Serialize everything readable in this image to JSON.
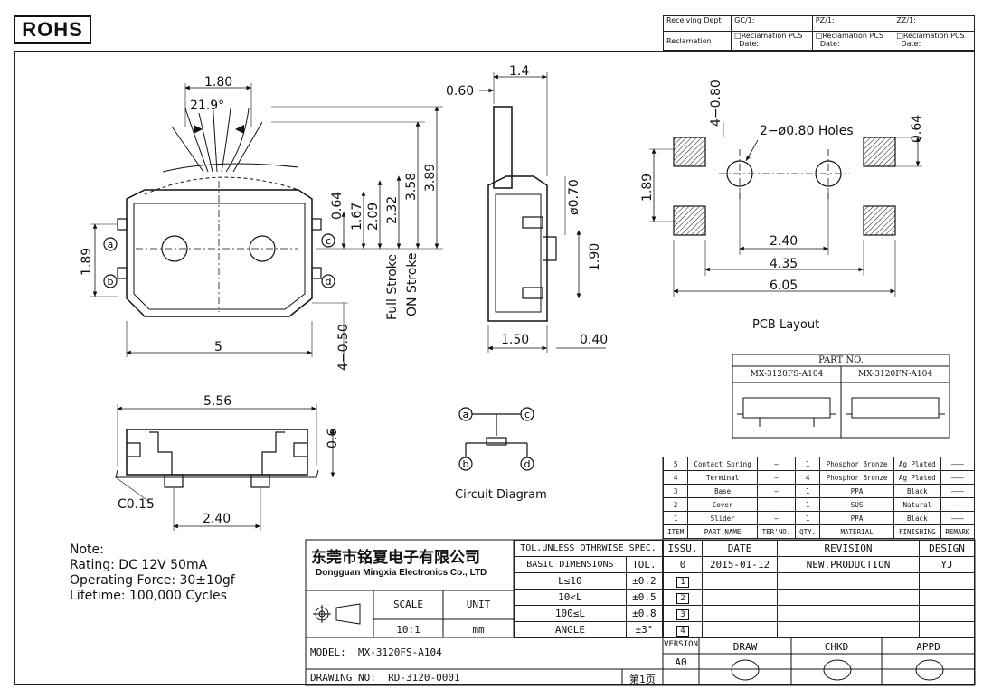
{
  "rohs": "ROHS",
  "receiving": {
    "row1": [
      "Receiving Dept",
      "GC/1:",
      "PZ/1:",
      "ZZ/1:"
    ],
    "row2_label": "Reclamation",
    "row2_cell": "□Reclamation  PCS",
    "row2_date": "Date:"
  },
  "dims": {
    "top_1_80": "1.80",
    "angle": "21.9°",
    "d_0_64a": "0.64",
    "d_1_67": "1.67",
    "d_2_09": "2.09",
    "d_2_32": "2.32",
    "d_3_58": "3.58",
    "d_3_89": "3.89",
    "d_1_89a": "1.89",
    "d_5": "5",
    "d_4_050": "4−0.50",
    "full_stroke": "Full Stroke",
    "on_stroke": "ON Stroke",
    "side_1_4": "1.4",
    "side_0_60": "0.60",
    "side_phi": "ø0.70",
    "side_1_90": "1.90",
    "side_1_50": "1.50",
    "side_0_40": "0.40",
    "pcb_4_080": "4−0.80",
    "pcb_holes": "2−ø0.80  Holes",
    "pcb_0_64": "0.64",
    "pcb_1_89": "1.89",
    "pcb_2_40": "2.40",
    "pcb_4_35": "4.35",
    "pcb_6_05": "6.05",
    "pcb_title": "PCB Layout",
    "bot_5_56": "5.56",
    "bot_0_6": "0.6",
    "bot_c015": "C0.15",
    "bot_2_40": "2.40",
    "circuit_title": "Circuit Diagram",
    "pins": [
      "a",
      "b",
      "c",
      "d"
    ]
  },
  "part_no": {
    "title": "PART NO.",
    "fs": "MX-3120FS-A104",
    "fn": "MX-3120FN-A104"
  },
  "bom": {
    "rows": [
      [
        "5",
        "Contact Spring",
        "—",
        "1",
        "Phosphor Bronze",
        "Ag Plated",
        "———"
      ],
      [
        "4",
        "Terminal",
        "—",
        "4",
        "Phosphor Bronze",
        "Ag Plated",
        "———"
      ],
      [
        "3",
        "Base",
        "—",
        "1",
        "PPA",
        "Black",
        "———"
      ],
      [
        "2",
        "Cover",
        "—",
        "1",
        "SUS",
        "Natural",
        "———"
      ],
      [
        "1",
        "Slider",
        "—",
        "1",
        "PPA",
        "Black",
        "———"
      ]
    ],
    "header": [
      "ITEM",
      "PART NAME",
      "TER'NO.",
      "QTY.",
      "MATERIAL",
      "FINISHING",
      "REMARK"
    ]
  },
  "note": {
    "title": "Note:",
    "lines": [
      "Rating: DC  12V  50mA",
      "Operating Force: 30±10gf",
      "Lifetime:   100,000  Cycles"
    ]
  },
  "company": {
    "cn": "东莞市铭夏电子有限公司",
    "en": "Dongguan Mingxia Electronics Co., LTD"
  },
  "tol": {
    "title": "TOL.UNLESS OTHRWISE SPEC.",
    "basic": "BASIC DIMENSIONS",
    "tol": "TOL.",
    "rows": [
      [
        "L≤10",
        "±0.2"
      ],
      [
        "10<L",
        "±0.5"
      ],
      [
        "100≤L",
        "±0.8"
      ],
      [
        "ANGLE",
        "±3°"
      ]
    ]
  },
  "scale": {
    "scale_label": "SCALE",
    "unit_label": "UNIT",
    "scale": "10:1",
    "unit": "mm"
  },
  "revision": {
    "headers": [
      "ISSU.",
      "DATE",
      "REVISION",
      "DESIGN"
    ],
    "row": [
      "0",
      "2015-01-12",
      "NEW.PRODUCTION",
      "YJ"
    ],
    "marks": [
      "1",
      "2",
      "3",
      "4"
    ]
  },
  "model": {
    "label": "MODEL:",
    "value": "MX-3120FS-A104"
  },
  "drawing": {
    "label": "DRAWING NO:",
    "value": "RD-3120-0001",
    "page": "第1页"
  },
  "version": {
    "label": "VERSION",
    "value": "A0"
  },
  "sign": {
    "draw": "DRAW",
    "chkd": "CHKD",
    "appd": "APPD"
  }
}
